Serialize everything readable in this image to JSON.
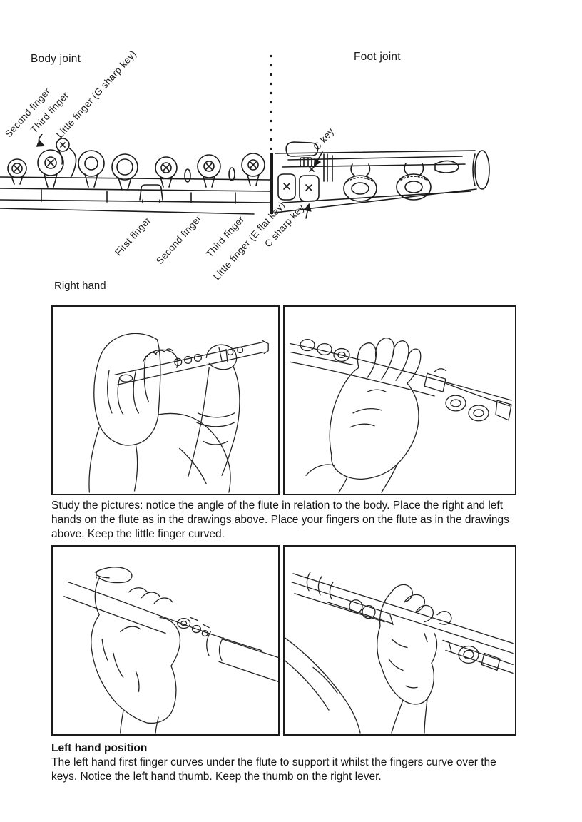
{
  "diagram": {
    "body_joint_label": "Body joint",
    "foot_joint_label": "Foot joint",
    "upper_finger_labels": [
      "Second finger",
      "Third finger",
      "Little finger (G sharp key)"
    ],
    "lower_finger_labels": [
      "First finger",
      "Second finger",
      "Third finger",
      "Little finger (E flat key)",
      "C sharp key"
    ],
    "c_key_label": "C key"
  },
  "sections": {
    "right_hand_label": "Right hand",
    "study_text": "Study the pictures: notice the angle of the flute in relation to the body. Place the right and left hands on the flute as in the drawings above. Place your fingers on the flute as in the drawings above. Keep the little finger curved.",
    "left_hand_heading": "Left hand position",
    "left_hand_text": "The left hand first finger curves under the flute to support it whilst the fingers curve over the keys. Notice the left hand thumb. Keep the thumb on the right lever."
  },
  "figures": {
    "top_left": "player-holding-flute-line-drawing",
    "top_right": "right-hand-on-flute-line-drawing",
    "bottom_left": "left-hand-under-flute-line-drawing",
    "bottom_right": "left-hand-grip-line-drawing"
  },
  "colors": {
    "ink": "#1b1b1b",
    "paper": "#ffffff"
  }
}
